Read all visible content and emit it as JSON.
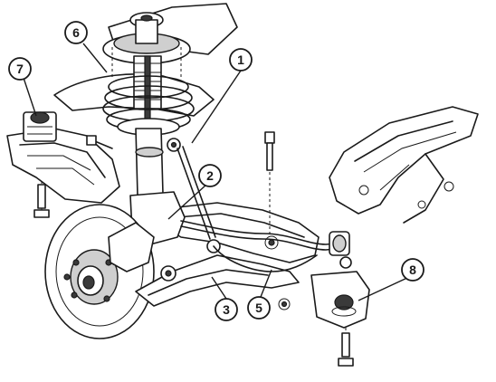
{
  "callouts": [
    {
      "id": "1",
      "label": "1"
    },
    {
      "id": "2",
      "label": "2"
    },
    {
      "id": "3",
      "label": "3"
    },
    {
      "id": "5",
      "label": "5"
    },
    {
      "id": "6",
      "label": "6"
    },
    {
      "id": "7",
      "label": "7"
    },
    {
      "id": "8",
      "label": "8"
    }
  ],
  "icons": {
    "strut": "suspension-strut-icon",
    "spring": "coil-spring-icon",
    "hub": "wheel-hub-disc-icon",
    "arm": "lower-control-arm-icon",
    "subframe": "subframe-icon",
    "stabilizer": "stabilizer-bar-icon",
    "bushing": "rubber-bushing-icon"
  },
  "colors": {
    "ink": "#1a1a1a",
    "paper": "#ffffff",
    "shade": "#cfcfcf"
  }
}
